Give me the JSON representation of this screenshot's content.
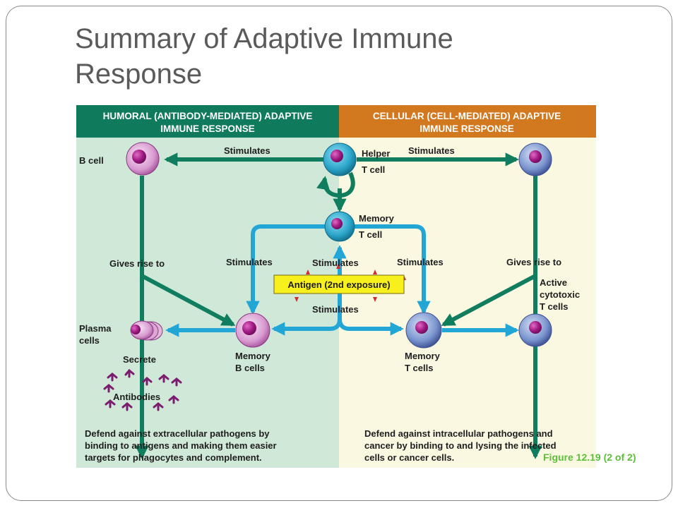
{
  "title": "Summary of Adaptive Immune Response",
  "figure_caption": "Figure 12.19 (2 of 2)",
  "colors": {
    "humoral_header": "#107a5c",
    "cellular_header": "#d2781e",
    "humoral_bg": "#cfe8d7",
    "cellular_bg": "#fbf8e2",
    "green_arrow": "#0f7d5e",
    "blue_arrow": "#22a6d6",
    "antigen_box": "#f7f01c",
    "antibody": "#7b1d6f",
    "caption": "#5cbe3b"
  },
  "headers": {
    "humoral_line1": "HUMORAL (ANTIBODY-MEDIATED) ADAPTIVE",
    "humoral_line2": "IMMUNE RESPONSE",
    "cellular_line1": "CELLULAR (CELL-MEDIATED) ADAPTIVE",
    "cellular_line2": "IMMUNE RESPONSE"
  },
  "cells": {
    "b_cell": "B cell",
    "helper_line1": "Helper",
    "helper_line2": "T cell",
    "memory_t_line1": "Memory",
    "memory_t_line2": "T cell",
    "plasma_line1": "Plasma",
    "plasma_line2": "cells",
    "memory_b_line1": "Memory",
    "memory_b_line2": "B cells",
    "memory_tcells_line1": "Memory",
    "memory_tcells_line2": "T cells",
    "active_line1": "Active",
    "active_line2": "cytotoxic",
    "active_line3": "T cells",
    "antibodies": "Antibodies"
  },
  "labels": {
    "stimulates": "Stimulates",
    "gives_rise_to": "Gives rise to",
    "secrete": "Secrete",
    "antigen_box": "Antigen (2nd exposure)"
  },
  "outcomes": {
    "humoral_line1": "Defend against extracellular pathogens by",
    "humoral_line2": "binding to antigens and making them easier",
    "humoral_line3": "targets for phagocytes and complement.",
    "cellular_line1": "Defend against intracellular pathogens and",
    "cellular_line2": "cancer by binding to and lysing the infected",
    "cellular_line3": "cells or cancer cells."
  }
}
